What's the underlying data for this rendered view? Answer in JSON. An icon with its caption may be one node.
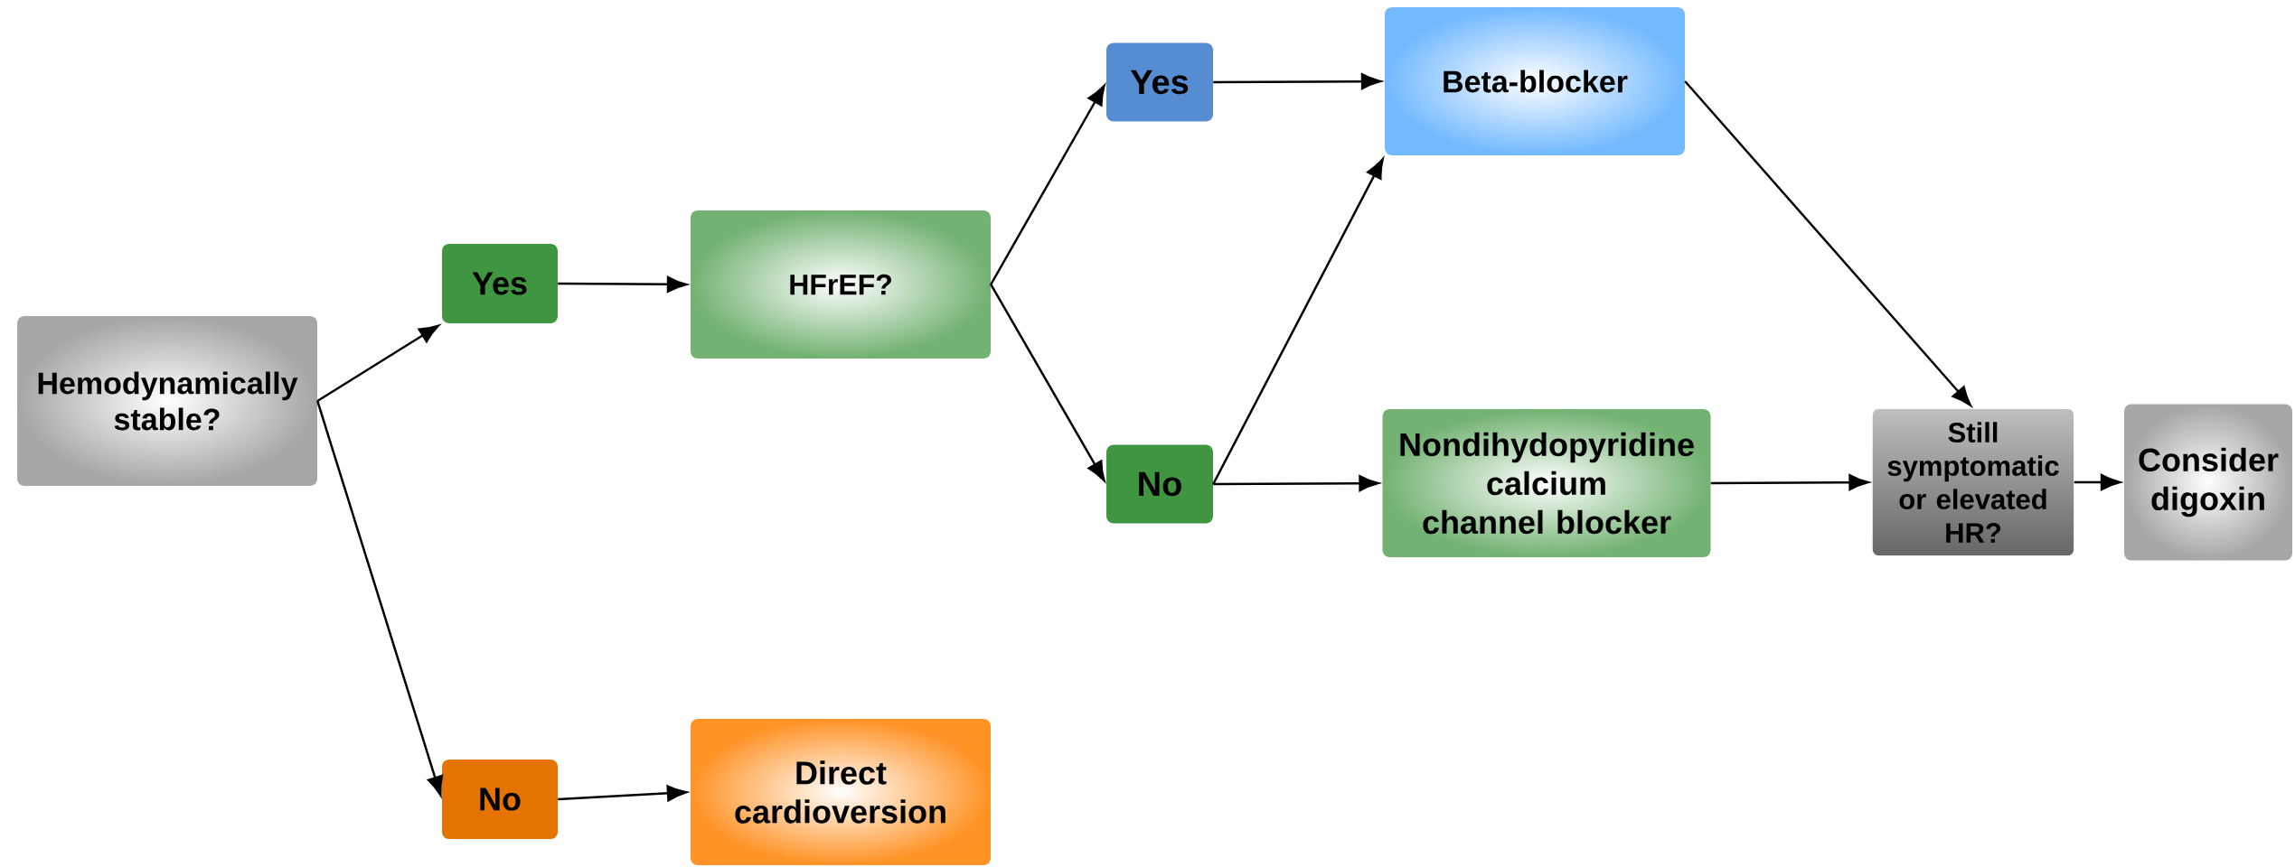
{
  "diagram": {
    "nodes": [
      {
        "text": [
          "Hemodynamically stable?"
        ]
      },
      {
        "text": [
          "Yes"
        ]
      },
      {
        "text": [
          "No"
        ]
      },
      {
        "text": [
          "HFrEF?"
        ]
      },
      {
        "text": [
          "Direct cardioversion"
        ]
      },
      {
        "text": [
          "Yes"
        ]
      },
      {
        "text": [
          "No"
        ]
      },
      {
        "text": [
          "Beta-blocker"
        ]
      },
      {
        "text": [
          "Nondihydopyridine calcium channel blocker"
        ]
      },
      {
        "text": [
          "Still symptomatic or elevated HR?"
        ]
      },
      {
        "text": [
          "Consider digoxin"
        ]
      }
    ],
    "edges": [
      {
        "from": 0,
        "to": 1,
        "arrow": "to"
      },
      {
        "from": 0,
        "to": 2,
        "arrow": "to"
      },
      {
        "from": 1,
        "to": 3,
        "arrow": "to"
      },
      {
        "from": 2,
        "to": 4,
        "arrow": "to"
      },
      {
        "from": 3,
        "to": 5,
        "arrow": "to"
      },
      {
        "from": 3,
        "to": 6,
        "arrow": "to"
      },
      {
        "from": 5,
        "to": 7,
        "arrow": "to"
      },
      {
        "from": 6,
        "to": 7,
        "arrow": "to"
      },
      {
        "from": 6,
        "to": 8,
        "arrow": "to"
      },
      {
        "from": 7,
        "to": 9,
        "arrow": "to"
      },
      {
        "from": 8,
        "to": 9,
        "arrow": "to"
      },
      {
        "from": 9,
        "to": 10,
        "arrow": "to"
      }
    ]
  }
}
